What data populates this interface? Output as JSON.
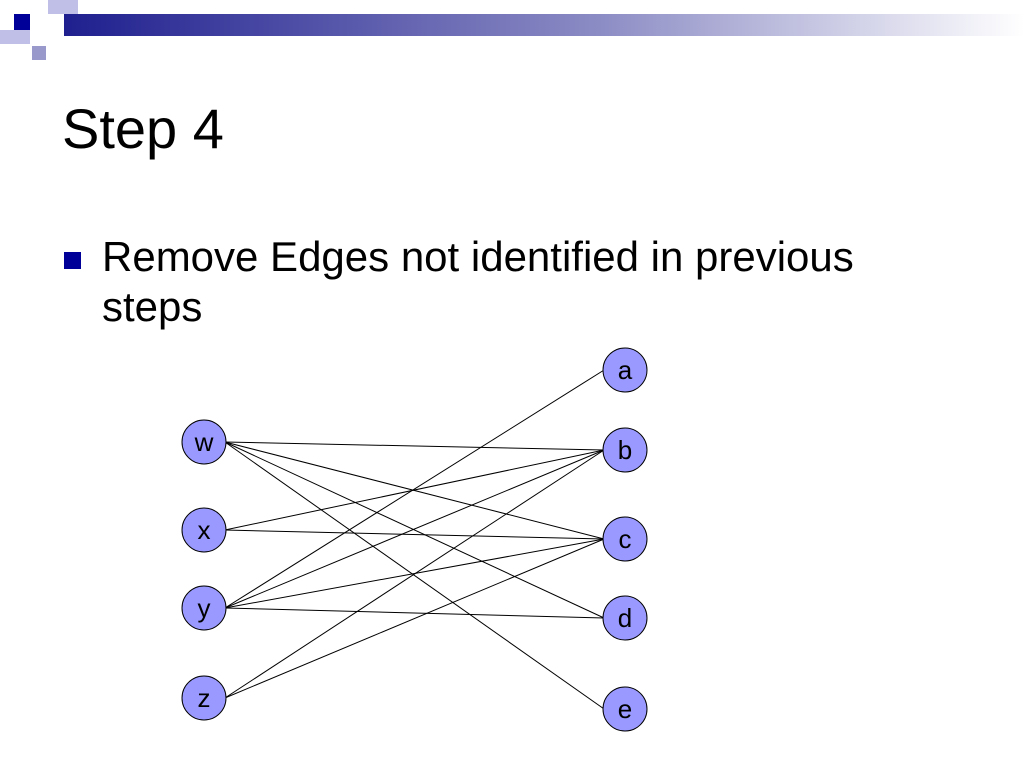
{
  "slide": {
    "title": "Step 4",
    "bullet": "Remove Edges not identified in previous steps"
  },
  "colors": {
    "accent": "#000099",
    "node_fill": "#9999ff",
    "band_dark": "#1f1f8f"
  },
  "graph": {
    "left_nodes": [
      {
        "id": "w",
        "label": "w"
      },
      {
        "id": "x",
        "label": "x"
      },
      {
        "id": "y",
        "label": "y"
      },
      {
        "id": "z",
        "label": "z"
      }
    ],
    "right_nodes": [
      {
        "id": "a",
        "label": "a"
      },
      {
        "id": "b",
        "label": "b"
      },
      {
        "id": "c",
        "label": "c"
      },
      {
        "id": "d",
        "label": "d"
      },
      {
        "id": "e",
        "label": "e"
      }
    ],
    "edges": [
      [
        "w",
        "b"
      ],
      [
        "w",
        "c"
      ],
      [
        "w",
        "d"
      ],
      [
        "w",
        "e"
      ],
      [
        "x",
        "b"
      ],
      [
        "x",
        "c"
      ],
      [
        "y",
        "a"
      ],
      [
        "y",
        "b"
      ],
      [
        "y",
        "c"
      ],
      [
        "y",
        "d"
      ],
      [
        "z",
        "b"
      ],
      [
        "z",
        "c"
      ]
    ]
  }
}
